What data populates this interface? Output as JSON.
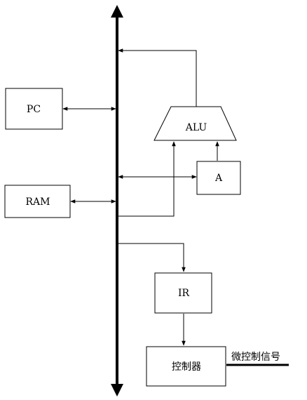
{
  "blocks": {
    "pc": "PC",
    "ram": "RAM",
    "alu": "ALU",
    "acc": "A",
    "ir": "IR",
    "controller": "控制器"
  },
  "signals": {
    "micro_control": "微控制信号"
  }
}
